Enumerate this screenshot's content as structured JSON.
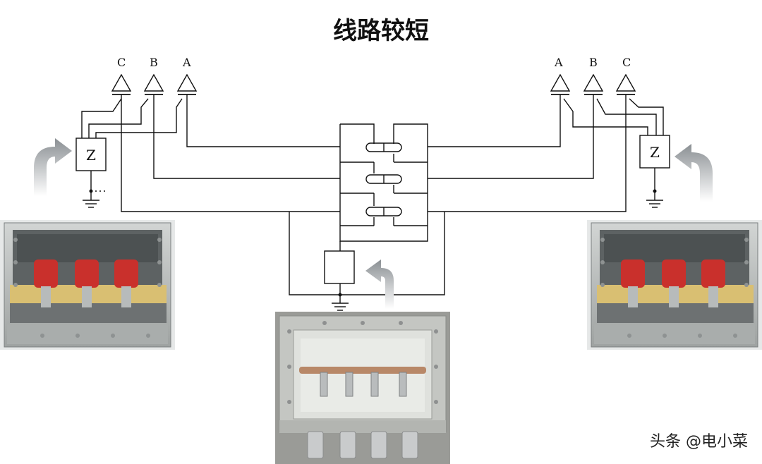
{
  "title": "线路较短",
  "watermark": "头条 @电小菜",
  "phases_left": [
    "C",
    "B",
    "A"
  ],
  "phases_right": [
    "A",
    "B",
    "C"
  ],
  "impedance_left": "Z",
  "impedance_right": "Z",
  "photos": {
    "left": "box-with-three-red-insulators",
    "right": "box-with-three-red-insulators",
    "center": "empty-box-with-four-terminals"
  },
  "colors": {
    "line": "#111111",
    "insulator_red": "#c9302c",
    "busbar": "#d9bf72",
    "box_gray": "#b5b8b6"
  }
}
